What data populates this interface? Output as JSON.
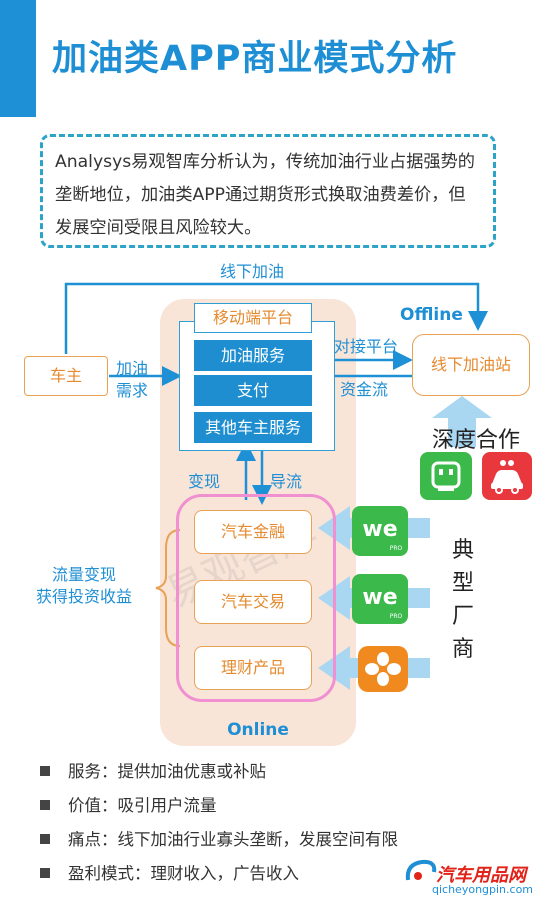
{
  "title": "加油类APP商业模式分析",
  "intro": "Analysys易观智库分析认为，传统加油行业占据强势的垄断地位，加油类APP通过期货形式换取油费差价，但发展空间受限且风险较大。",
  "top_arrow_label": "线下加油",
  "offline_label": "Offline",
  "car_owner": "车主",
  "demand_label_1": "加油",
  "demand_label_2": "需求",
  "platform": {
    "title": "移动端平台",
    "items": [
      "加油服务",
      "支付",
      "其他车主服务"
    ]
  },
  "connect_label": "对接平台",
  "capital_label": "资金流",
  "gas_station": "线下加油站",
  "deep_coop": "深度合作",
  "monetize_label": "变现",
  "traffic_label": "导流",
  "flow_label_1": "流量变现",
  "flow_label_2": "获得投资收益",
  "financial_items": [
    "汽车金融",
    "汽车交易",
    "理财产品"
  ],
  "typical_vendors": "典型厂商",
  "online_label": "Online",
  "bullets": [
    "服务：提供加油优惠或补贴",
    "价值：吸引用户流量",
    "痛点：线下加油行业寡头垄断，发展空间有限",
    "盈利模式：理财收入，广告收入"
  ],
  "logo": {
    "brand": "汽车用品网",
    "url": "qicheyongpin.com"
  },
  "colors": {
    "accent_blue": "#1e8fd5",
    "orange": "#e58a2e",
    "pink": "#f090d0",
    "online_bg": "#f9e4d8",
    "icon_green": "#3cb94b",
    "icon_red": "#e8383d"
  }
}
